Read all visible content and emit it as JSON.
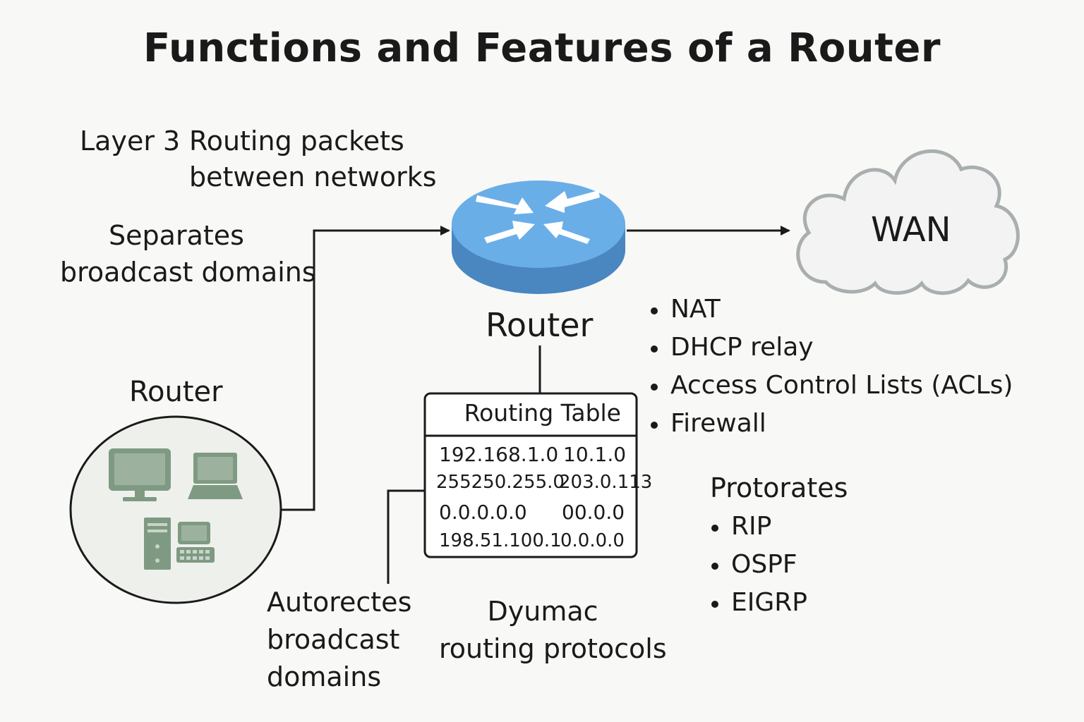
{
  "title": "Functions and Features of a Router",
  "layer_label": "Layer 3",
  "layer_desc_line1": "Routing packets",
  "layer_desc_line2": "between networks",
  "separates_line1": "Separates",
  "separates_line2": "broadcast domains",
  "lan_router_label": "Router",
  "main_router_label": "Router",
  "wan_label": "WAN",
  "routing_table": {
    "header": "Routing Table",
    "rows": [
      [
        "192.168.1.0",
        "10.1.0"
      ],
      [
        "255250.255.0",
        "203.0.113"
      ],
      [
        "0.0.0.0.0",
        "00.0.0"
      ],
      [
        "198.51.100.1",
        "0.0.0.0"
      ]
    ]
  },
  "features": [
    "NAT",
    "DHCP relay",
    "Access Control Lists  (ACLs)",
    "Firewall"
  ],
  "protocols_heading": "Protorates",
  "protocols": [
    "RIP",
    "OSPF",
    "EIGRP"
  ],
  "autorectes_line1": "Autorectes",
  "autorectes_line2": "broadcast",
  "autorectes_line3": "domains",
  "dynamic_line1": "Dyumac",
  "dynamic_line2": "routing protocols",
  "colors": {
    "router_top": "#6aaee8",
    "router_side": "#4a86c0",
    "device_green": "#7f9a82",
    "cloud_stroke": "#a9aeae",
    "lan_fill": "#eef0ec"
  }
}
